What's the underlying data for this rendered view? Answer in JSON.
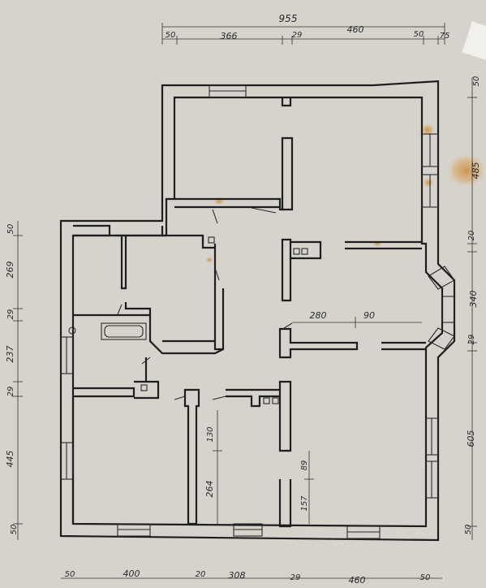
{
  "plan": {
    "top_total": "955",
    "top_dims": [
      "50",
      "366",
      "29",
      "460",
      "50",
      "75"
    ],
    "bottom_dims": [
      "50",
      "400",
      "20",
      "308",
      "29",
      "460",
      "50"
    ],
    "left_dims": [
      "50",
      "269",
      "29",
      "237",
      "29",
      "445",
      "50"
    ],
    "right_dims": [
      "50",
      "485",
      "20",
      "340",
      "29",
      "605",
      "50"
    ],
    "inner_dims": {
      "corridor_width": "280",
      "door_width": "90",
      "wall_a": "130",
      "wall_b": "264",
      "wall_c": "89",
      "wall_d": "157"
    }
  }
}
